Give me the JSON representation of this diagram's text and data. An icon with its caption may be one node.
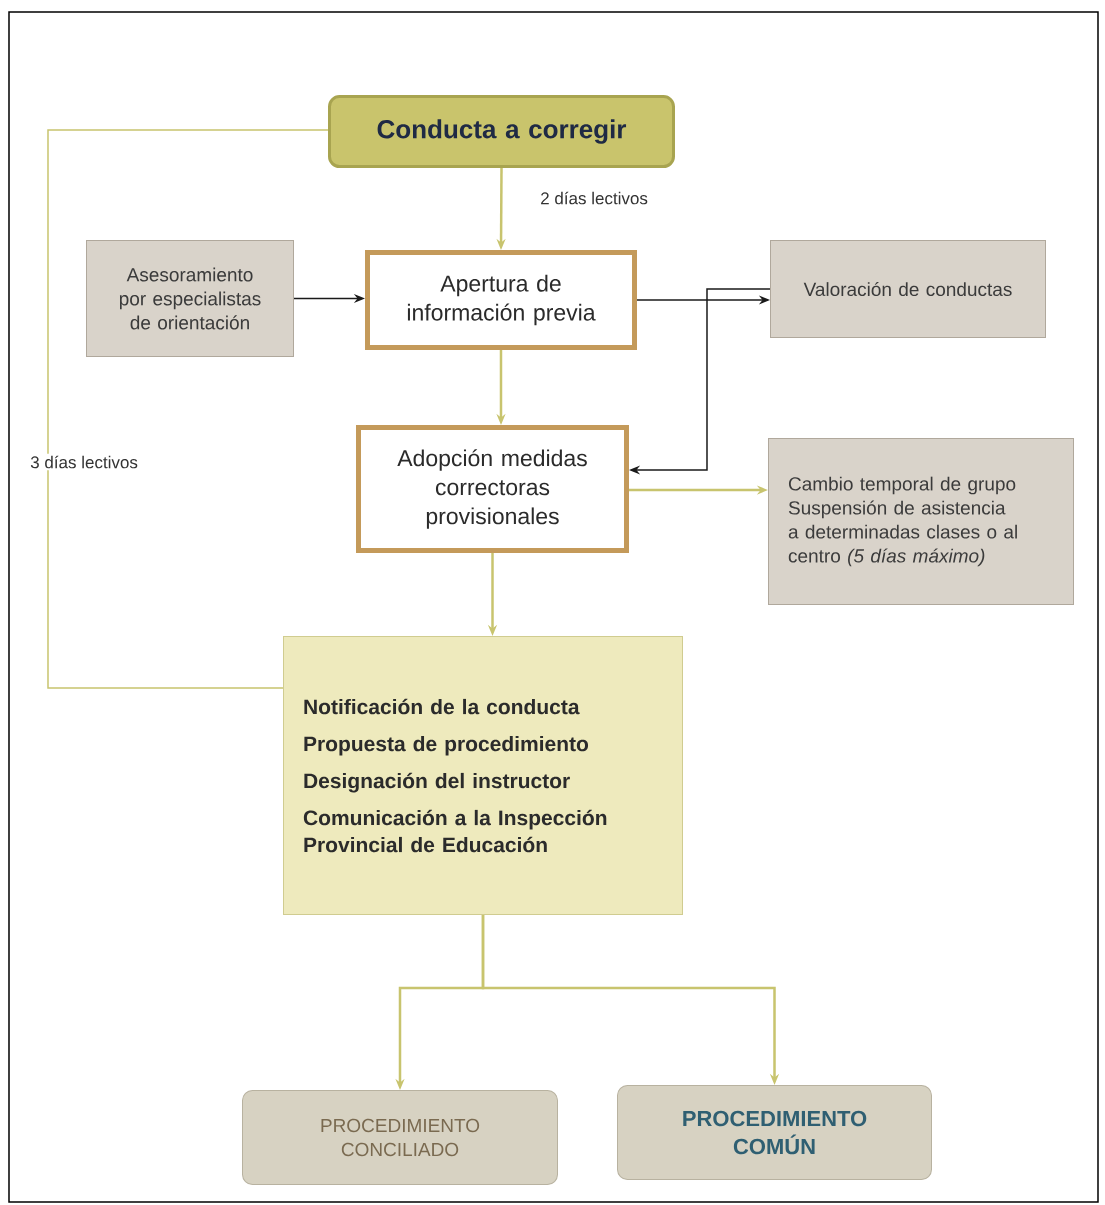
{
  "diagram": {
    "nodes": [
      {
        "text": [
          "Conducta a corregir"
        ]
      },
      {
        "text": [
          "Asesoramiento por especialistas de orientación"
        ]
      },
      {
        "text": [
          "Apertura de información previa"
        ]
      },
      {
        "text": [
          "Valoración de conductas"
        ]
      },
      {
        "text": [
          "Adopción medidas correctoras provisionales"
        ]
      },
      {
        "text": [
          "Cambio temporal de grupo",
          "Suspensión de asistencia a determinadas clases o al centro *(5 días máximo)*"
        ]
      },
      {
        "text": [
          "Notificación de la conducta",
          "Propuesta de procedimiento",
          "Designación del instructor",
          "Comunicación a la Inspección Provincial de Educación"
        ]
      },
      {
        "text": [
          "PROCEDIMIENTO CONCILIADO"
        ]
      },
      {
        "text": [
          "PROCEDIMIENTO COMÚN"
        ]
      }
    ],
    "edges": [
      {
        "from": 0,
        "to": 2,
        "arrow": "to",
        "label": "2 días lectivos"
      },
      {
        "from": 1,
        "to": 2,
        "arrow": "to",
        "color": "#1a1a1a"
      },
      {
        "from": 2,
        "to": 3,
        "arrow": "to",
        "color": "#1a1a1a"
      },
      {
        "from": 3,
        "to": 4,
        "arrow": "to",
        "color": "#1a1a1a"
      },
      {
        "from": 4,
        "to": 5,
        "arrow": "to"
      },
      {
        "from": 2,
        "to": 4,
        "arrow": "to"
      },
      {
        "from": 4,
        "to": 6,
        "arrow": "to"
      },
      {
        "from": 6,
        "to": 0,
        "arrow": "none",
        "label": "3 días lectivos"
      },
      {
        "from": 6,
        "to": 7,
        "arrow": "to"
      },
      {
        "from": 6,
        "to": 8,
        "arrow": "to"
      }
    ]
  }
}
